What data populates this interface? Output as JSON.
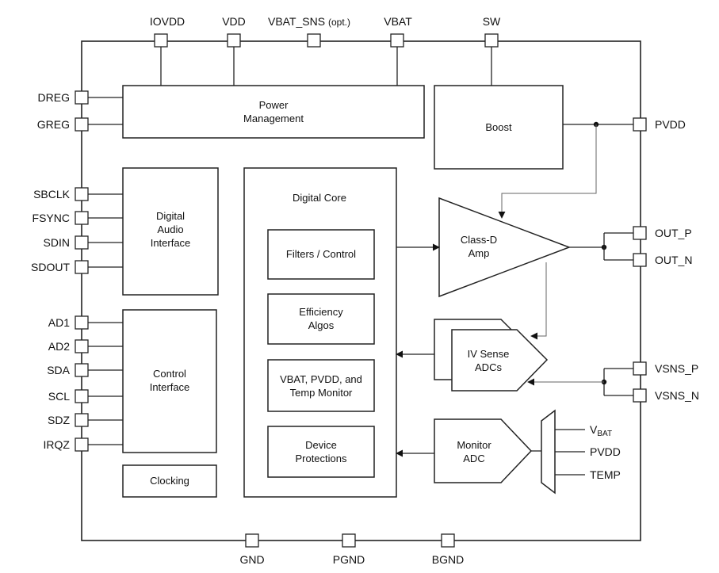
{
  "pins": {
    "top": [
      "IOVDD",
      "VDD",
      "VBAT_SNS",
      "VBAT",
      "SW"
    ],
    "top_opt": "(opt.)",
    "left": [
      "DREG",
      "GREG",
      "SBCLK",
      "FSYNC",
      "SDIN",
      "SDOUT",
      "AD1",
      "AD2",
      "SDA",
      "SCL",
      "SDZ",
      "IRQZ"
    ],
    "right": [
      "PVDD",
      "OUT_P",
      "OUT_N",
      "VSNS_P",
      "VSNS_N"
    ],
    "bottom": [
      "GND",
      "PGND",
      "BGND"
    ]
  },
  "blocks": {
    "power_management": [
      "Power",
      "Management"
    ],
    "boost": "Boost",
    "digital_audio_interface": [
      "Digital",
      "Audio",
      "Interface"
    ],
    "control_interface": [
      "Control",
      "Interface"
    ],
    "clocking": "Clocking",
    "digital_core": "Digital Core",
    "filters_control": "Filters / Control",
    "efficiency_algos": [
      "Efficiency",
      "Algos"
    ],
    "vbat_monitor": [
      "VBAT, PVDD, and",
      "Temp Monitor"
    ],
    "device_protections": [
      "Device",
      "Protections"
    ],
    "class_d_amp": [
      "Class-D",
      "Amp"
    ],
    "iv_sense_adcs": [
      "IV Sense",
      "ADCs"
    ],
    "monitor_adc": [
      "Monitor",
      "ADC"
    ]
  },
  "mux_inputs": {
    "vbat_main": "V",
    "vbat_sub": "BAT",
    "pvdd": "PVDD",
    "temp": "TEMP"
  }
}
